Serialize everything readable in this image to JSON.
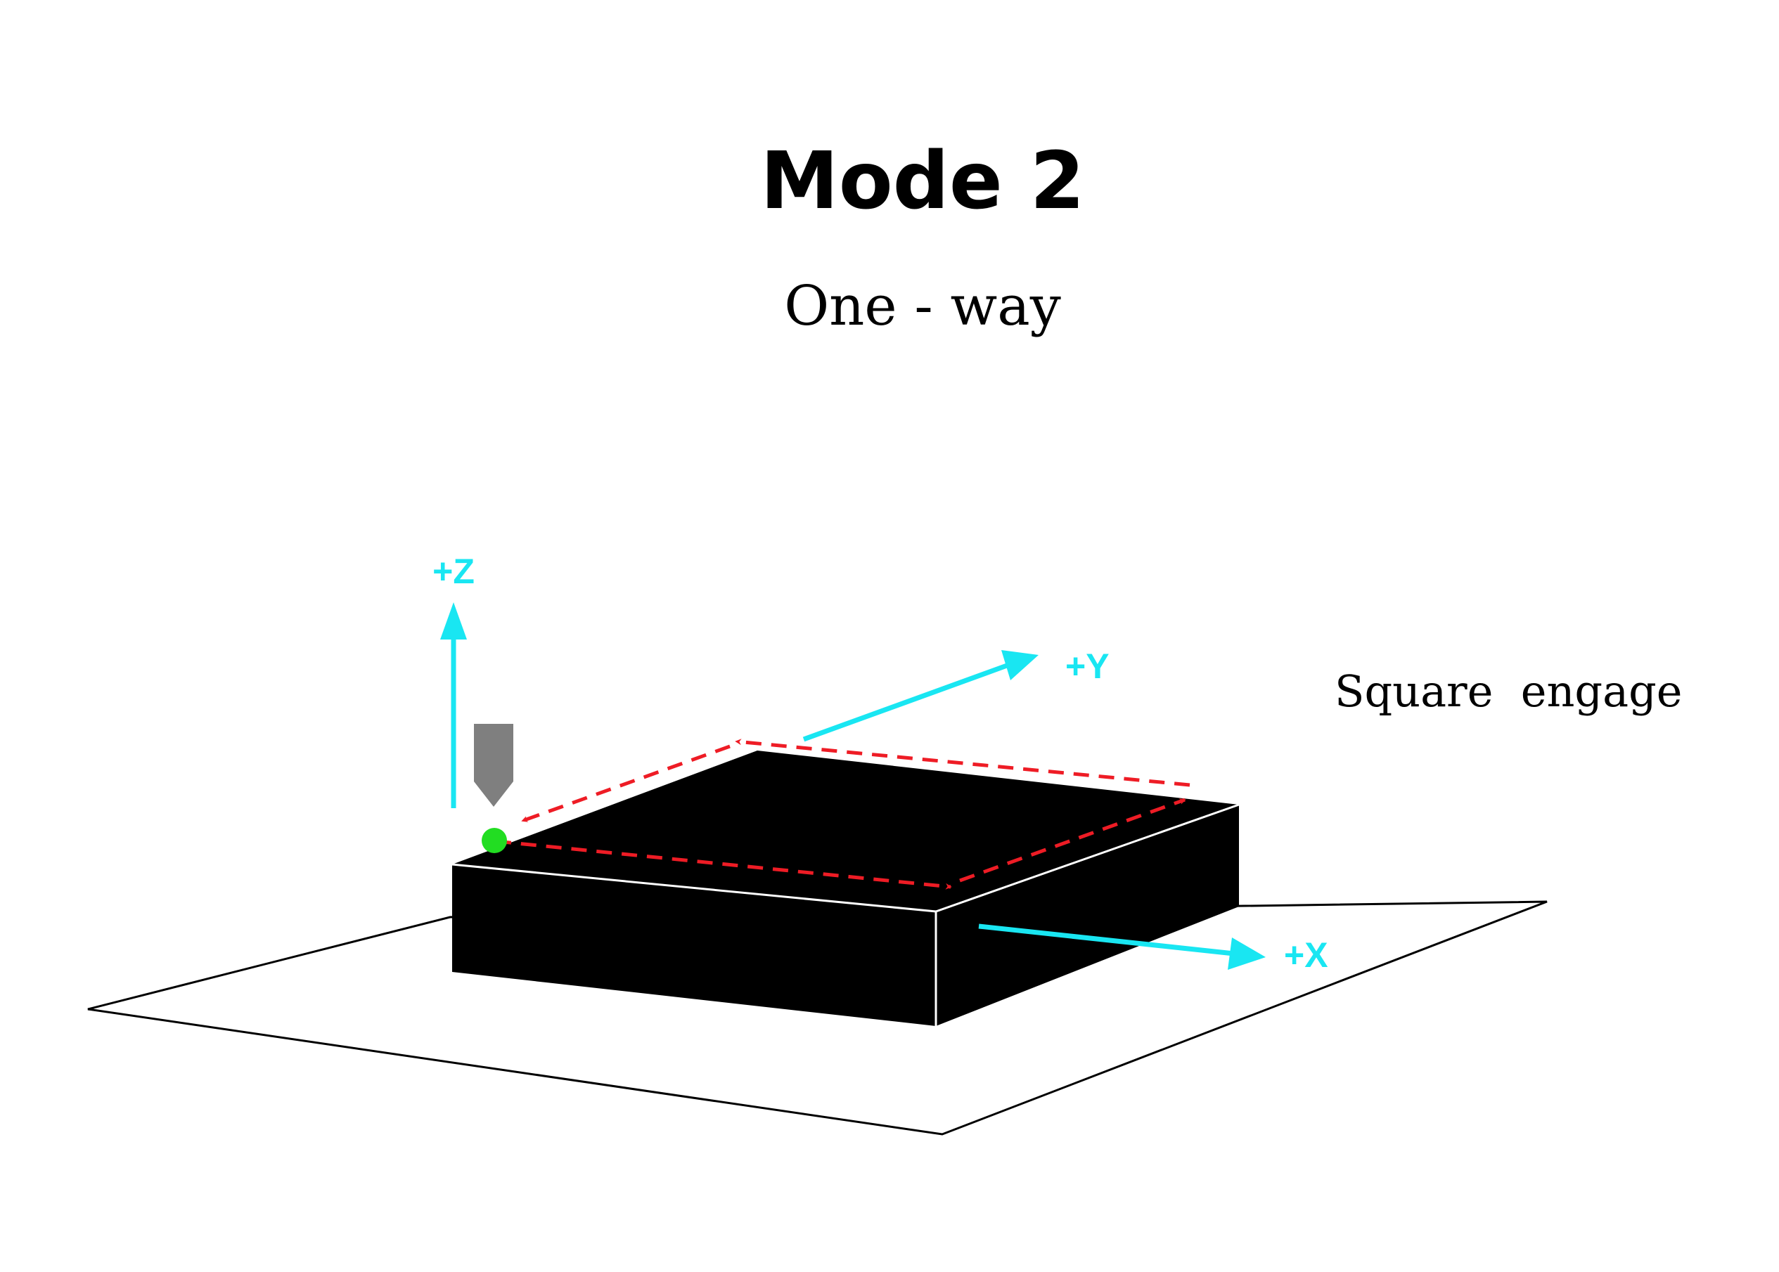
{
  "title": "Mode 2",
  "subtitle": "One - way",
  "note": "Square  engage",
  "axes": {
    "z_label": "+Z",
    "y_label": "+Y",
    "x_label": "+X"
  },
  "colors": {
    "axis": "#19e6f2",
    "path": "#ee1c25",
    "start_point": "#22dd22",
    "tool": "#7f7f7f",
    "workpiece": "#000000",
    "plane": "#000000"
  },
  "icons": {
    "tool": "probe-tool-icon",
    "start": "start-point-icon"
  }
}
